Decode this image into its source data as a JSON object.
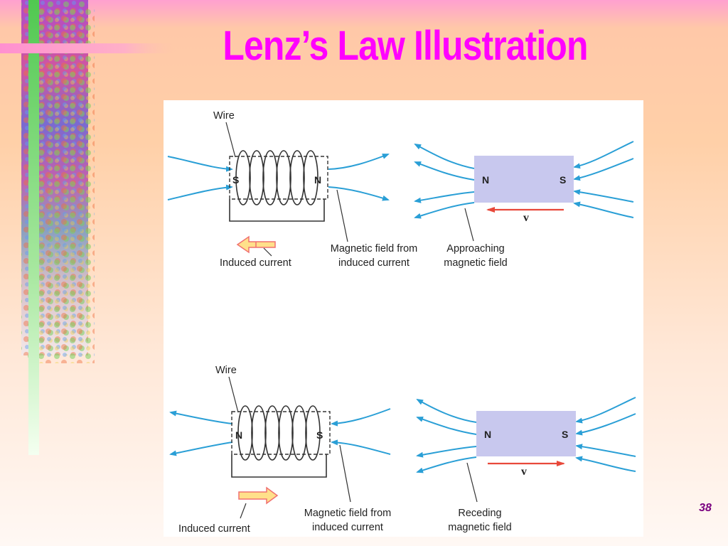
{
  "slide": {
    "title": "Lenz’s Law Illustration",
    "page_number": "38"
  },
  "figure": {
    "top_left": {
      "wire_label": "Wire",
      "left_pole": "S",
      "right_pole": "N",
      "induced_current_label": "Induced current",
      "field_label_line1": "Magnetic field from",
      "field_label_line2": "induced current"
    },
    "top_right": {
      "magnet_left_pole": "N",
      "magnet_right_pole": "S",
      "velocity_label": "v",
      "field_label_line1": "Approaching",
      "field_label_line2": "magnetic field"
    },
    "bottom_left": {
      "wire_label": "Wire",
      "left_pole": "N",
      "right_pole": "S",
      "induced_current_label": "Induced current",
      "field_label_line1": "Magnetic field from",
      "field_label_line2": "induced current"
    },
    "bottom_right": {
      "magnet_left_pole": "N",
      "magnet_right_pole": "S",
      "velocity_label": "v",
      "field_label_line1": "Receding",
      "field_label_line2": "magnetic field"
    }
  },
  "colors": {
    "title": "#ff00ff",
    "field_lines": "#2a9fd6",
    "magnet": "#c8c8ee",
    "velocity_arrow": "#e8483a",
    "current_arrow_fill": "#ffe08a",
    "current_arrow_stroke": "#f07070",
    "page_number": "#7a0080"
  }
}
